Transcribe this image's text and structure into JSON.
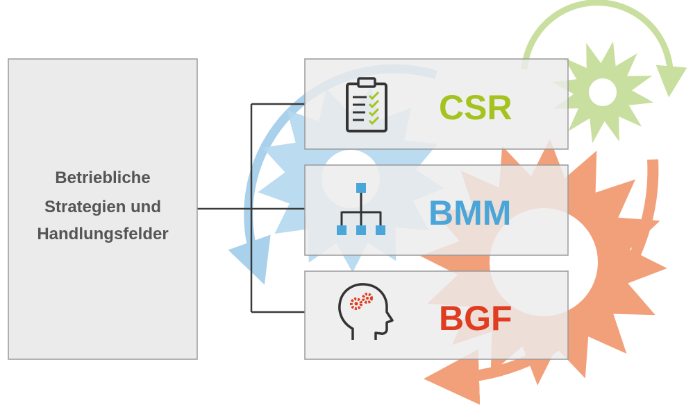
{
  "left_box": {
    "lines": [
      "Betriebliche",
      "Strategien und",
      "Handlungsfelder"
    ]
  },
  "items": [
    {
      "label": "CSR",
      "color": "#a5c31e",
      "icon": "clipboard-checklist-icon"
    },
    {
      "label": "BMM",
      "color": "#4aa5d9",
      "icon": "org-chart-icon"
    },
    {
      "label": "BGF",
      "color": "#e03c1f",
      "icon": "head-gears-icon"
    }
  ],
  "gear_colors": {
    "green": "#c9df9f",
    "blue": "#b3d7ee",
    "orange": "#f2a07a"
  }
}
